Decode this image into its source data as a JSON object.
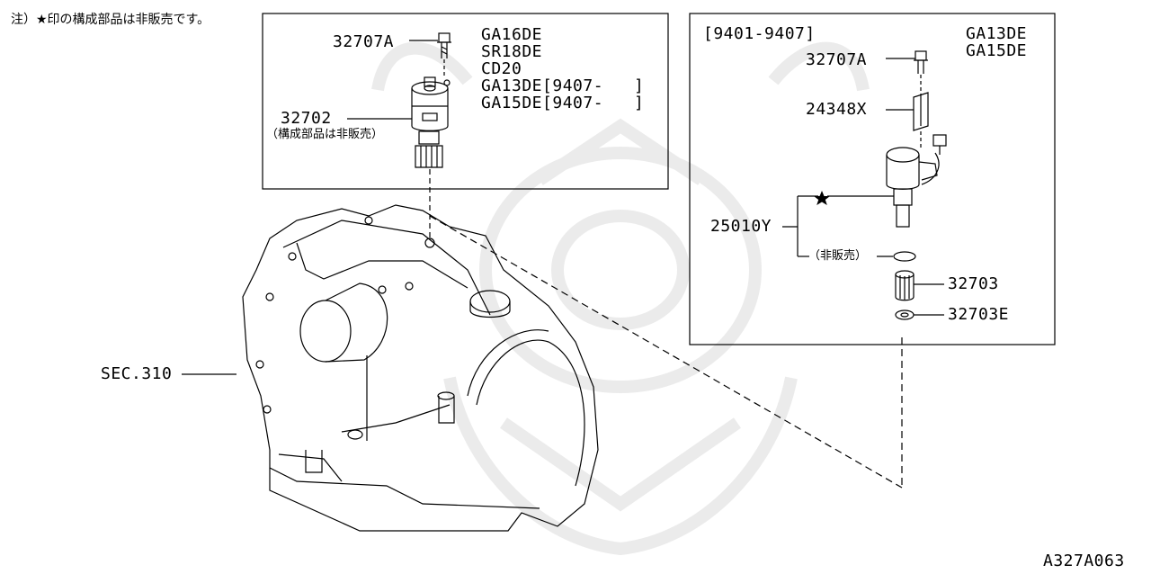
{
  "note": "注）★印の構成部品は非販売です。",
  "left_box": {
    "models": [
      "GA16DE",
      "SR18DE",
      "CD20",
      "GA13DE[9407-   ]",
      "GA15DE[9407-   ]"
    ],
    "part_bolt": "32707A",
    "part_sensor": "32702",
    "part_sensor_note": "（構成部品は非販売）"
  },
  "right_box": {
    "date_range": "[9401-9407]",
    "models": [
      "GA13DE",
      "GA15DE"
    ],
    "part_bolt": "32707A",
    "part_bracket": "24348X",
    "part_sensor": "25010Y",
    "not_sold": "（非販売）",
    "part_pinion": "32703",
    "part_seal": "32703E"
  },
  "section_ref": "SEC.310",
  "figure_code": "A327A063",
  "colors": {
    "line": "#000000",
    "watermark": "#e8e8e8"
  }
}
